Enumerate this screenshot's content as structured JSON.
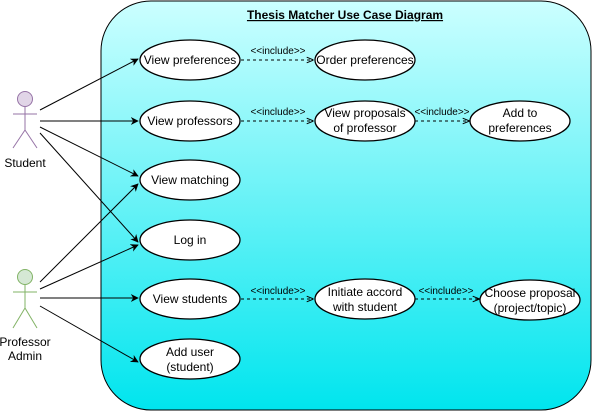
{
  "diagram": {
    "title": "Thesis Matcher Use Case Diagram",
    "colors": {
      "gradient_top": "#ccffff",
      "gradient_bottom": "#00e5ee",
      "student_fill": "#e1d5e7",
      "student_stroke": "#9673a6",
      "professor_fill": "#d5e8d4",
      "professor_stroke": "#82b366"
    },
    "actors": {
      "student": {
        "label": "Student"
      },
      "professor": {
        "label_line1": "Professor",
        "label_line2": "Admin"
      }
    },
    "use_cases": {
      "view_preferences": {
        "line1": "View preferences"
      },
      "order_preferences": {
        "line1": "Order preferences"
      },
      "view_professors": {
        "line1": "View professors"
      },
      "view_proposals": {
        "line1": "View proposals",
        "line2": "of professor"
      },
      "add_to_preferences": {
        "line1": "Add to",
        "line2": "preferences"
      },
      "view_matching": {
        "line1": "View matching"
      },
      "log_in": {
        "line1": "Log in"
      },
      "view_students": {
        "line1": "View students"
      },
      "initiate_accord": {
        "line1": "Initiate accord",
        "line2": "with student"
      },
      "choose_proposal": {
        "line1": "Choose proposal",
        "line2": "(project/topic)"
      },
      "add_user": {
        "line1": "Add user",
        "line2": "(student)"
      }
    },
    "include_label": "<<include>>"
  }
}
